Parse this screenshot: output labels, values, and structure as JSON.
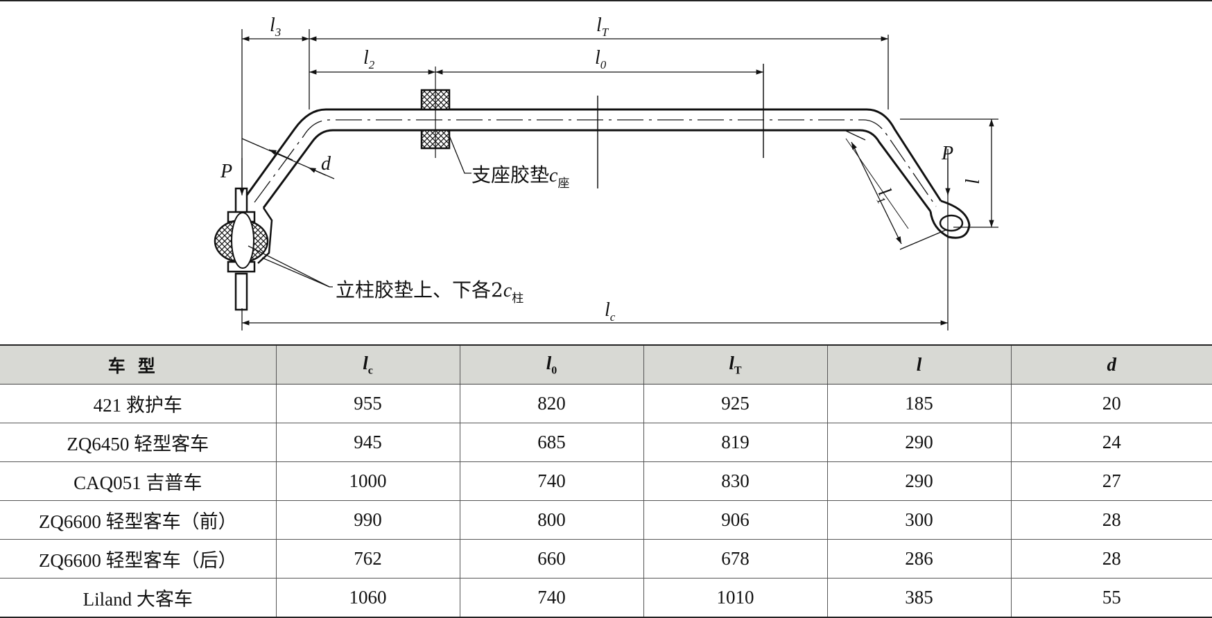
{
  "diagram": {
    "labels": {
      "l3": "l",
      "l3_sub": "3",
      "lT": "l",
      "lT_sub": "T",
      "l2": "l",
      "l2_sub": "2",
      "l0": "l",
      "l0_sub": "0",
      "P_left": "P",
      "P_right": "P",
      "d": "d",
      "l1": "l",
      "l1_sub": "1",
      "l": "l",
      "lc": "l",
      "lc_sub": "c",
      "seat_pad_text": "支座胶垫",
      "seat_pad_c": "c",
      "seat_pad_sub": "座",
      "post_pad_text": "立柱胶垫上、下各2",
      "post_pad_c": "c",
      "post_pad_sub": "柱"
    }
  },
  "table": {
    "headers": [
      {
        "text": "车型"
      },
      {
        "sym": "l",
        "sub": "c"
      },
      {
        "sym": "l",
        "sub": "0"
      },
      {
        "sym": "l",
        "sub": "T"
      },
      {
        "sym": "l",
        "sub": ""
      },
      {
        "sym": "d",
        "sub": ""
      }
    ],
    "rows": [
      [
        "421 救护车",
        "955",
        "820",
        "925",
        "185",
        "20"
      ],
      [
        "ZQ6450 轻型客车",
        "945",
        "685",
        "819",
        "290",
        "24"
      ],
      [
        "CAQ051 吉普车",
        "1000",
        "740",
        "830",
        "290",
        "27"
      ],
      [
        "ZQ6600 轻型客车（前）",
        "990",
        "800",
        "906",
        "300",
        "28"
      ],
      [
        "ZQ6600 轻型客车（后）",
        "762",
        "660",
        "678",
        "286",
        "28"
      ],
      [
        "Liland 大客车",
        "1060",
        "740",
        "1010",
        "385",
        "55"
      ]
    ]
  }
}
